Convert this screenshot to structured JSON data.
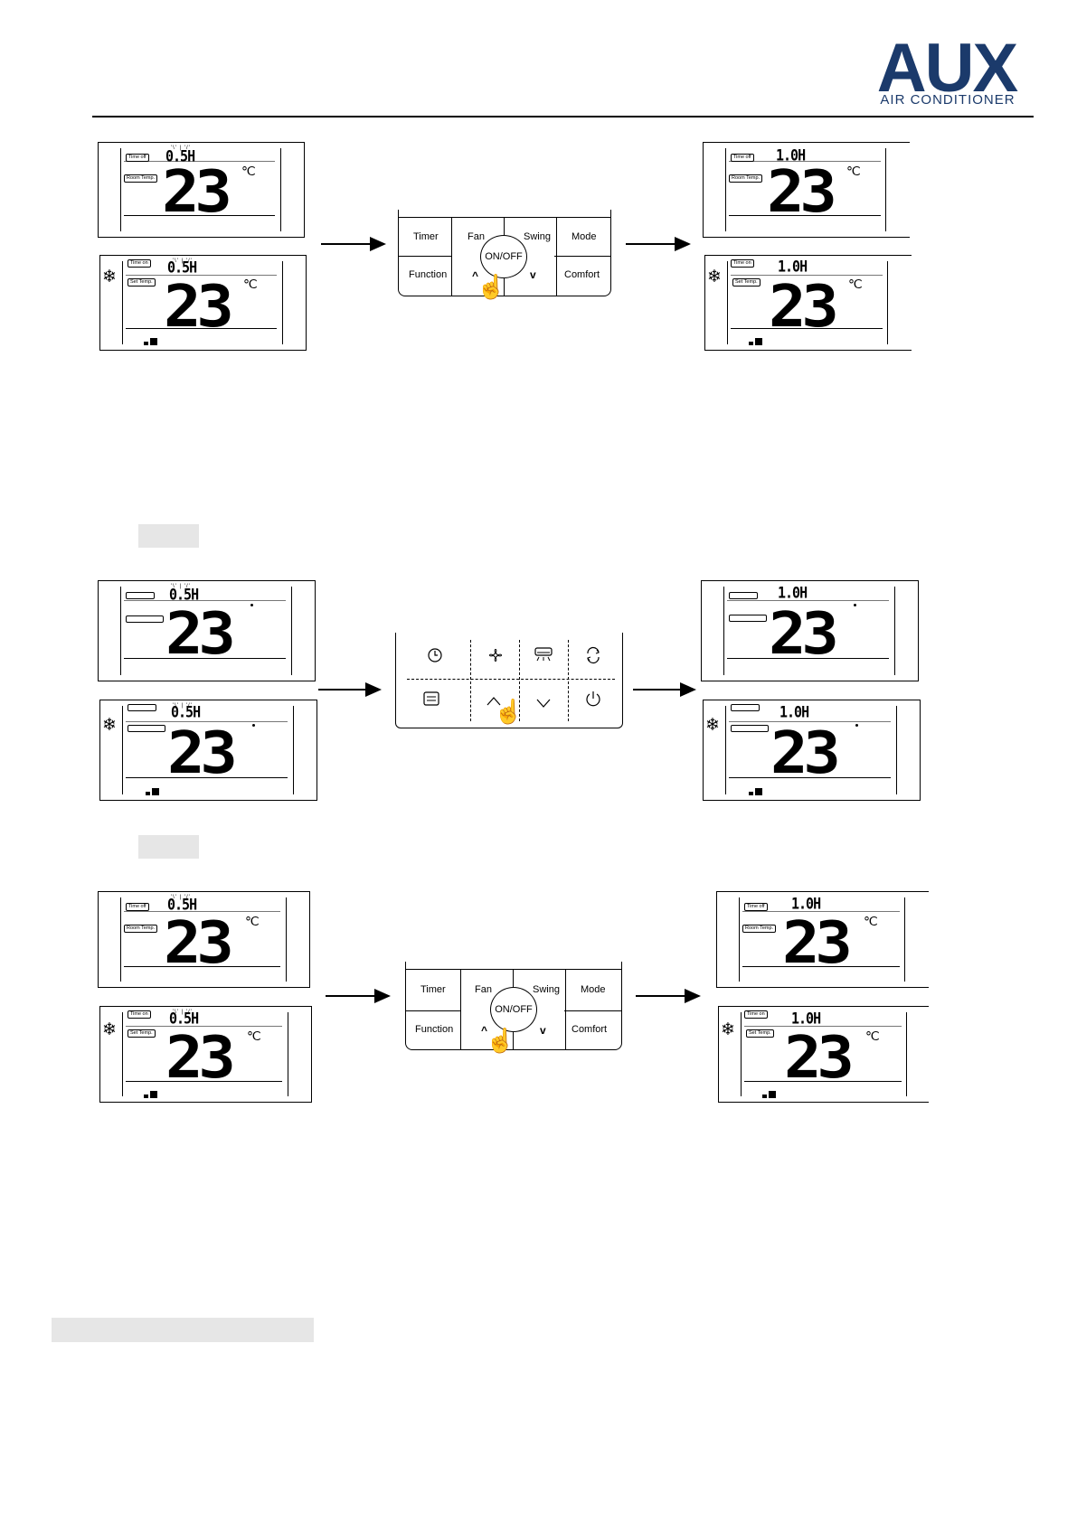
{
  "brand": {
    "name": "AUX",
    "tagline": "AIR CONDITIONER",
    "color": "#1b3a6b"
  },
  "lcd": {
    "time_off": "Time off",
    "time_on": "Time on",
    "room_temp": "Room Temp.",
    "set_temp": "Set Temp.",
    "time_before": "0.5H",
    "time_after": "1.0H",
    "temperature": "23",
    "unit": "℃",
    "blink_marks": "'\\' | '/'",
    "snow_icon": "❄"
  },
  "remote": {
    "timer": "Timer",
    "fan": "Fan",
    "swing": "Swing",
    "mode": "Mode",
    "function": "Function",
    "comfort": "Comfort",
    "onoff": "ON/OFF",
    "up": "^",
    "down": "v",
    "hand_icon": "pointing-hand-icon"
  },
  "touch_panel": {
    "icons": [
      "clock-icon",
      "fan-icon",
      "swing-icon",
      "mode-cycle-icon",
      "function-icon",
      "up-icon",
      "down-icon",
      "power-icon"
    ]
  }
}
